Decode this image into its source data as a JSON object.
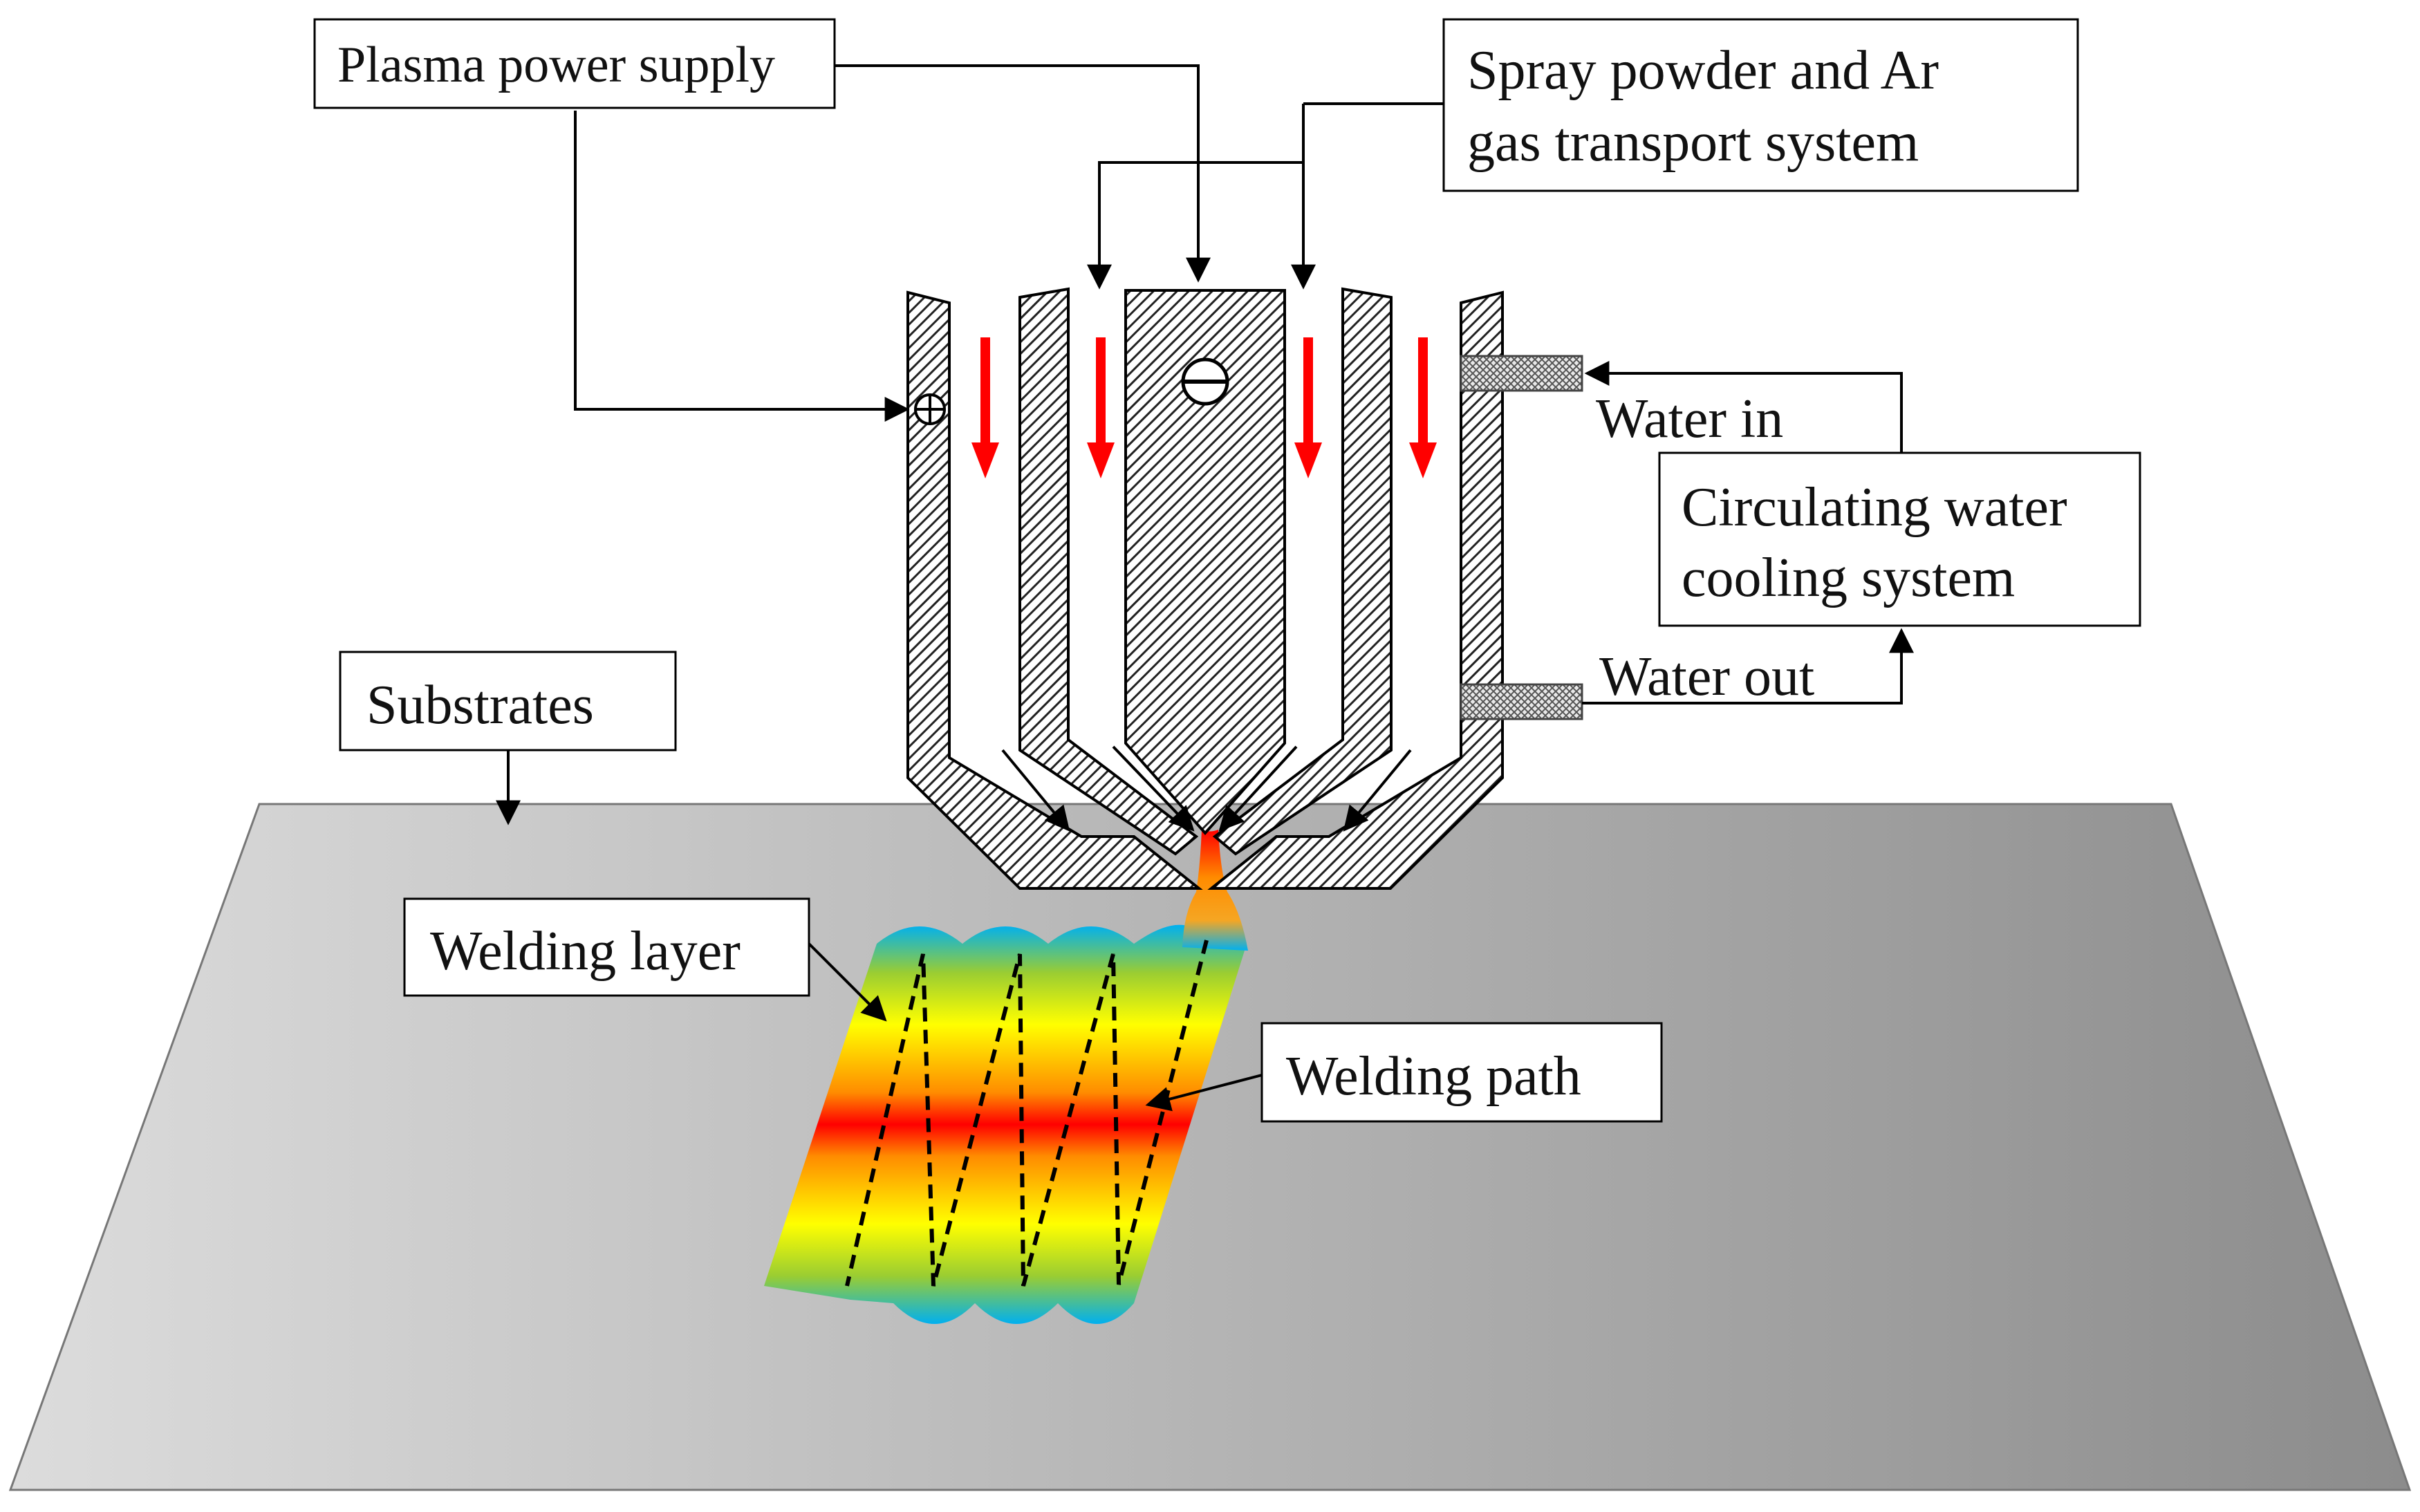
{
  "labels": {
    "plasma_power_supply": "Plasma power supply",
    "spray_powder_line1": "Spray powder and Ar",
    "spray_powder_line2": "gas transport system",
    "water_in": "Water in",
    "water_out": "Water out",
    "cooling_line1": "Circulating water",
    "cooling_line2": "cooling system",
    "substrates": "Substrates",
    "welding_layer": "Welding layer",
    "welding_path": "Welding path"
  },
  "symbols": {
    "anode_polarity": "plus-in-circle",
    "cathode_polarity": "minus-in-circle"
  },
  "colors": {
    "gas_flow_arrow": "#ff0000",
    "substrate_light": "#dcdcdc",
    "substrate_dark": "#8c8c8c",
    "weld_hot": "#ff0000",
    "weld_mid": "#ffff00",
    "weld_cool": "#00b0f0",
    "hatch": "#222222",
    "line": "#000000"
  }
}
